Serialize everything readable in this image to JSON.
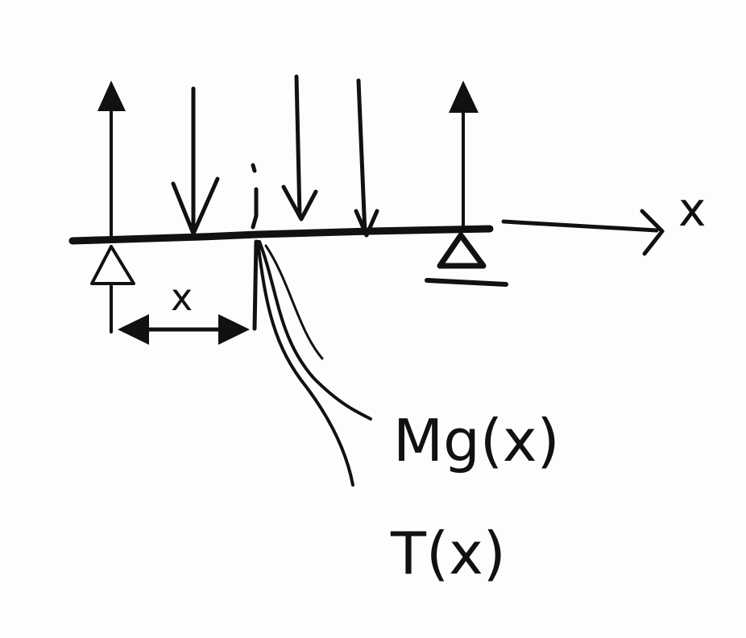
{
  "diagram": {
    "axis_label": "x",
    "distance_label": "x",
    "labels": [
      "Mg(x)",
      "T(x)"
    ],
    "ink_color": "#111111",
    "background": "#fdfdfd"
  }
}
